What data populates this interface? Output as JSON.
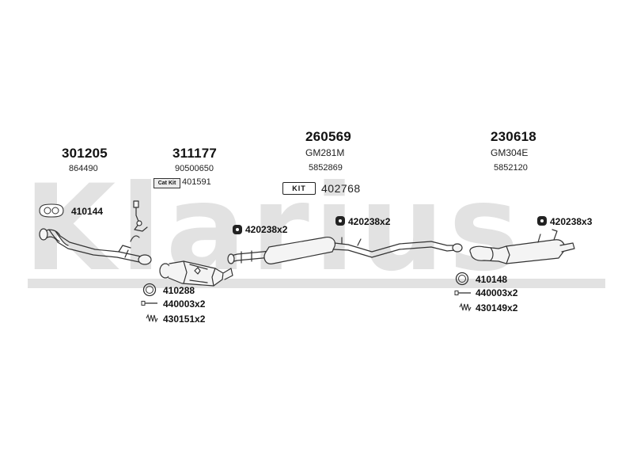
{
  "watermark": {
    "brand": "Klarius"
  },
  "groups": [
    {
      "id": "manifold",
      "part_no": "301205",
      "oe_no": "864490"
    },
    {
      "id": "catalyst",
      "part_no": "311177",
      "oe_no": "90500650",
      "kit_label": "Cat Kit",
      "kit_no": "401591"
    },
    {
      "id": "middle",
      "part_no": "260569",
      "model": "GM281M",
      "oe_no": "5852869",
      "kit_label": "KIT",
      "kit_no": "402768"
    },
    {
      "id": "rear",
      "part_no": "230618",
      "model": "GM304E",
      "oe_no": "5852120"
    }
  ],
  "fittings": {
    "gasket_front": "410144",
    "ring_cat": "410288",
    "bolt_cat": "440003x2",
    "spring_cat": "430151x2",
    "hanger_mid1": "420238x2",
    "hanger_mid2": "420238x2",
    "hanger_rear": "420238x3",
    "ring_rear": "410148",
    "bolt_rear": "440003x2",
    "spring_rear": "430149x2"
  },
  "colors": {
    "watermark": "#e2e2e2",
    "line": "#333333",
    "part_fill": "#f4f4f4"
  }
}
